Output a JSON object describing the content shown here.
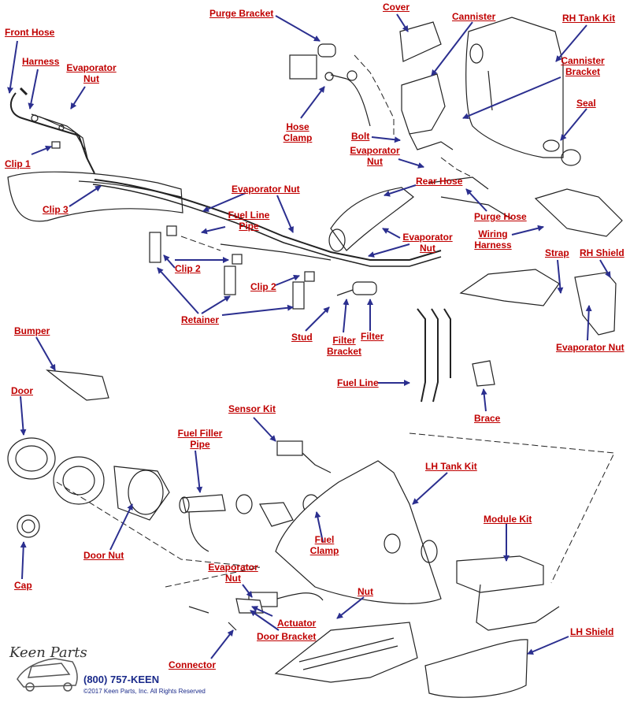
{
  "colors": {
    "label": "#c00000",
    "arrow": "#2b2f8f",
    "line": "#222222",
    "brand": "#1a2a8a"
  },
  "labels": {
    "front_hose": "Front Hose",
    "harness": "Harness",
    "evaporator_nut_1": [
      "Evaporator",
      "Nut"
    ],
    "clip_1": "Clip 1",
    "clip_3": "Clip 3",
    "purge_bracket": "Purge Bracket",
    "hose_clamp": [
      "Hose",
      "Clamp"
    ],
    "cover": "Cover",
    "cannister": "Cannister",
    "rh_tank_kit": "RH Tank Kit",
    "cannister_bracket": [
      "Cannister",
      "Bracket"
    ],
    "seal": "Seal",
    "bolt": "Bolt",
    "evaporator_nut_2": [
      "Evaporator",
      "Nut"
    ],
    "rear_hose": "Rear Hose",
    "purge_hose": "Purge Hose",
    "evaporator_nut_3": "Evaporator Nut",
    "fuel_line_pipe": [
      "Fuel Line",
      "Pipe"
    ],
    "evaporator_nut_4": [
      "Evaporator",
      "Nut"
    ],
    "wiring_harness": [
      "Wiring",
      "Harness"
    ],
    "strap": "Strap",
    "rh_shield": "RH Shield",
    "clip_2a": "Clip 2",
    "clip_2b": "Clip 2",
    "retainer": "Retainer",
    "stud": "Stud",
    "filter_bracket": [
      "Filter",
      "Bracket"
    ],
    "filter": "Filter",
    "evaporator_nut_5": "Evaporator Nut",
    "bumper": "Bumper",
    "door": "Door",
    "fuel_line": "Fuel Line",
    "brace": "Brace",
    "sensor_kit": "Sensor Kit",
    "fuel_filler_pipe": [
      "Fuel Filler",
      "Pipe"
    ],
    "lh_tank_kit": "LH Tank Kit",
    "module_kit": "Module Kit",
    "door_nut": "Door Nut",
    "fuel_clamp": [
      "Fuel",
      "Clamp"
    ],
    "cap": "Cap",
    "evaporator_nut_6": [
      "Evaporator",
      "Nut"
    ],
    "actuator": "Actuator",
    "nut": "Nut",
    "door_bracket": "Door Bracket",
    "connector": "Connector",
    "lh_shield": "LH Shield"
  },
  "brand": {
    "logo": "Keen Parts",
    "phone": "(800) 757-KEEN",
    "copyright": "©2017 Keen Parts, Inc. All Rights Reserved"
  }
}
